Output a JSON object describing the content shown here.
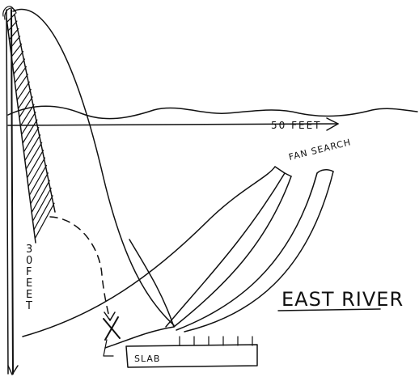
{
  "labels": {
    "distance": "50 FEET",
    "fan_search": "FAN SEARCH",
    "location": "EAST RIVER",
    "slab": "SLAB",
    "depth_chars": [
      "3",
      "0",
      "F",
      "E",
      "E",
      "T"
    ]
  },
  "ink_color": "#111111",
  "paper_color": "#ffffff"
}
